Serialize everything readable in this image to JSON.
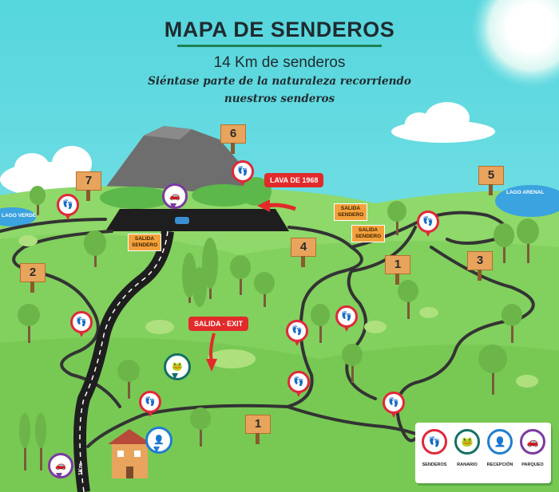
{
  "header": {
    "title": "MAPA DE SENDEROS",
    "subtitle": "14 Km de senderos",
    "tagline_1": "Siéntase parte de la naturaleza recorriendo",
    "tagline_2": "nuestros senderos"
  },
  "lakes": {
    "left": "LAGO VERDE",
    "right": "LAGO ARENAL"
  },
  "tags": {
    "lava": "LAVA DE 1968",
    "exit": "SALIDA - EXIT",
    "trail_exit_1": "SALIDA SENDERO",
    "trail_exit_2": "SALIDA SENDERO",
    "trail_exit_3": "SALIDA SENDERO"
  },
  "signs": [
    "7",
    "6",
    "5",
    "4",
    "3",
    "2",
    "1",
    "1"
  ],
  "road_distance": "1Km",
  "legend": {
    "items": [
      {
        "label": "SENDEROS",
        "icon": "footprints-icon",
        "color": "#e0283a"
      },
      {
        "label": "RANARIO",
        "icon": "frog-icon",
        "color": "#147064"
      },
      {
        "label": "RECEPCIÓN",
        "icon": "reception-icon",
        "color": "#1f7ed0"
      },
      {
        "label": "PARQUEO",
        "icon": "car-icon",
        "color": "#7b3aa0"
      }
    ]
  }
}
